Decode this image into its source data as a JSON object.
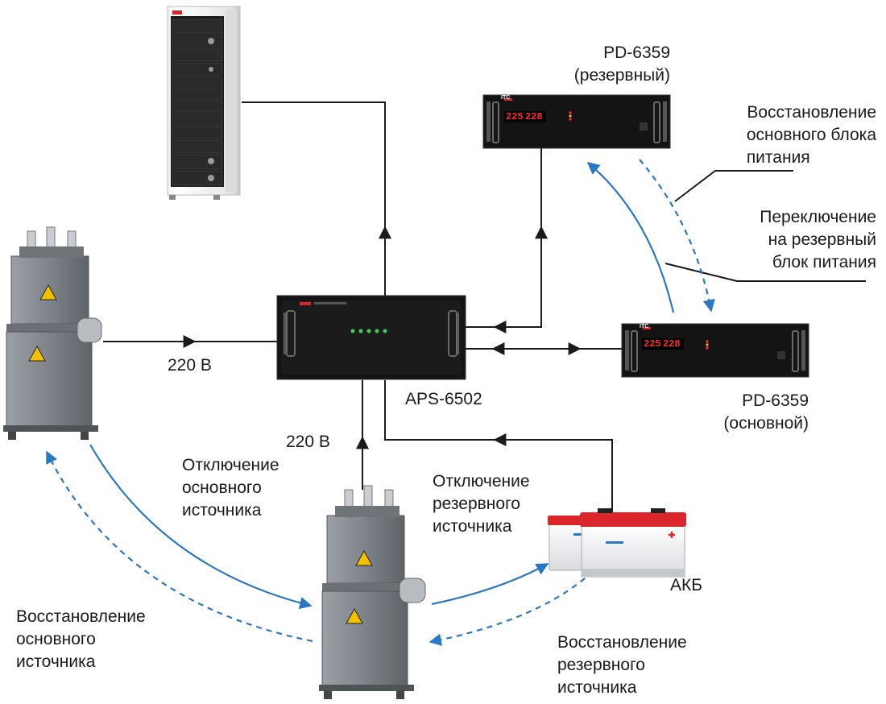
{
  "labels": {
    "pd_backup": {
      "line1": "PD-6359",
      "line2": "(резервный)"
    },
    "pd_main": {
      "line1": "PD-6359",
      "line2": "(основной)"
    },
    "aps": "APS-6502",
    "volt_left": "220 В",
    "volt_bottom": "220 В",
    "restore_main_psu": [
      "Восстановление",
      "основного блока",
      "питания"
    ],
    "switch_backup_psu": [
      "Переключение",
      "на резервный",
      "блок питания"
    ],
    "disconnect_main_src": [
      "Отключение",
      "основного",
      "источника"
    ],
    "disconnect_backup_src": [
      "Отключение",
      "резервного",
      "источника"
    ],
    "battery": "АКБ",
    "restore_main_src": [
      "Восстановление",
      "основного",
      "источника"
    ],
    "restore_backup_src": [
      "Восстановление",
      "резервного",
      "источника"
    ]
  },
  "device_panel": {
    "brand": "ITC",
    "readout_1": "225",
    "readout_2": "228"
  },
  "colors": {
    "line": "#1a1a1a",
    "arrow_blue": "#2a78c4",
    "device_body": "#141414",
    "transformer": "#7d8388",
    "battery_red": "#d8262b"
  }
}
